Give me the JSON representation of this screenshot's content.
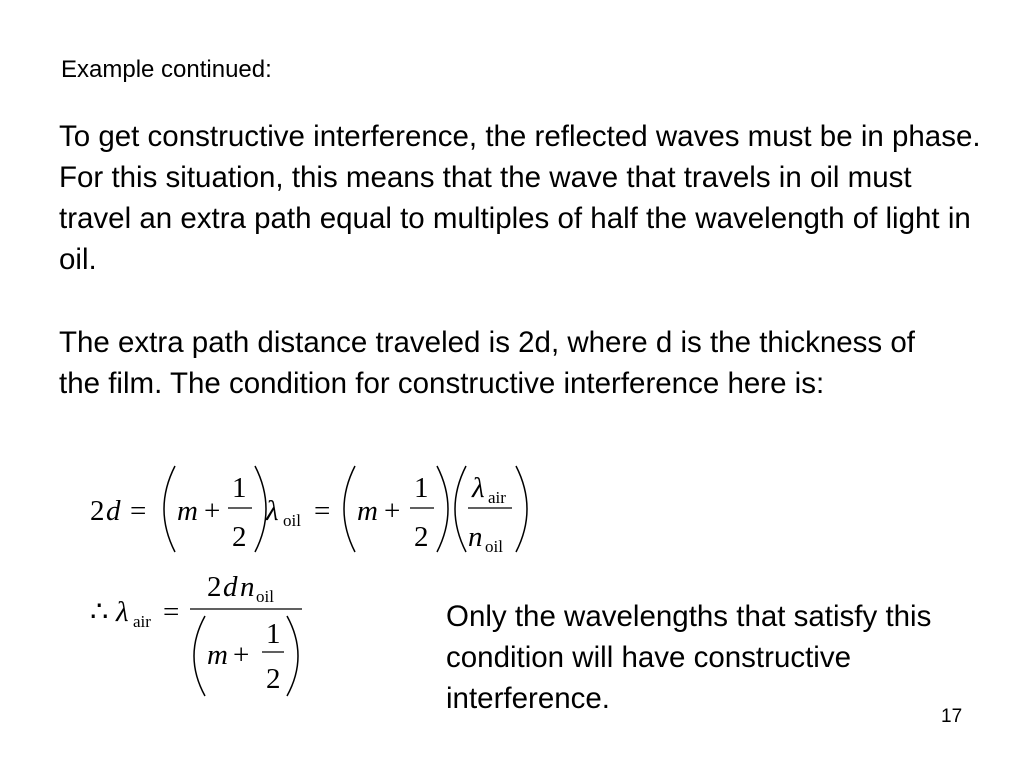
{
  "slide": {
    "heading": "Example continued:",
    "paragraph1": "To get constructive interference, the reflected waves must be in phase.  For this situation, this means that the wave that travels in oil must travel an extra path equal to multiples of half the wavelength of light in oil.",
    "paragraph2": "The extra path distance traveled is 2d, where d is the thickness of the film.  The condition for constructive interference here is:",
    "note": "Only the wavelengths that satisfy this condition will have constructive interference.",
    "page_number": "17"
  },
  "equation1": {
    "lhs_coef": "2",
    "lhs_var": "d",
    "equals": "=",
    "m": "m",
    "plus": "+",
    "num": "1",
    "den": "2",
    "lambda": "λ",
    "sub_oil": "oil",
    "sub_air": "air",
    "n": "n"
  },
  "equation2": {
    "therefore": "∴",
    "lambda": "λ",
    "sub_air": "air",
    "equals": "=",
    "num_coef": "2",
    "num_d": "d",
    "num_n": "n",
    "sub_oil": "oil",
    "m": "m",
    "plus": "+",
    "one": "1",
    "two": "2"
  }
}
